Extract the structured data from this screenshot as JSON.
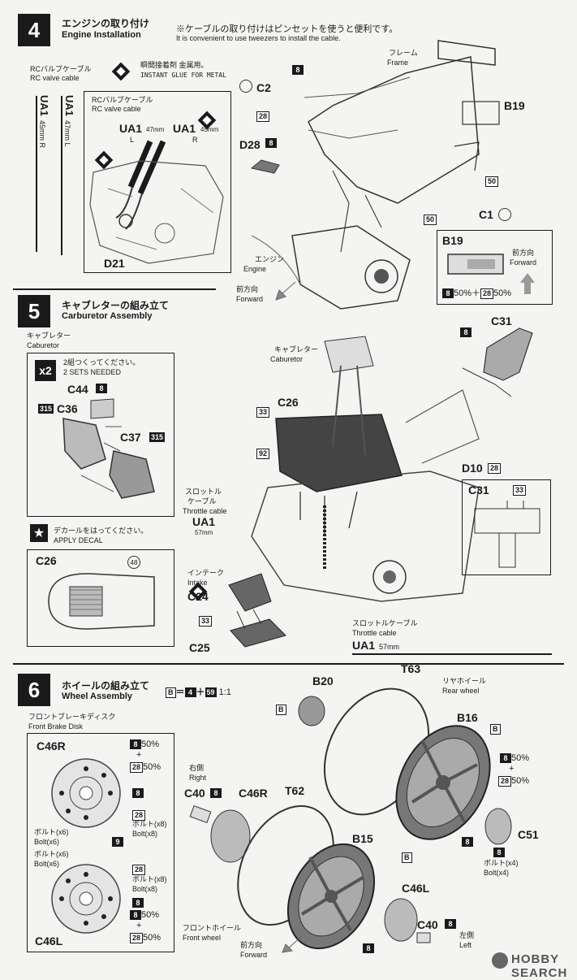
{
  "step4": {
    "number": "4",
    "title_jp": "エンジンの取り付け",
    "title_en": "Engine Installation",
    "note_jp": "※ケーブルの取り付けはピンセットを使うと便利です。",
    "note_en": "It is convenient to use tweezers to install the cable.",
    "rc_cable_jp": "RCバルブケーブル",
    "rc_cable_en": "RC valve cable",
    "glue_jp": "瞬間接着剤 金属用。",
    "glue_en": "INSTANT GLUE FOR METAL",
    "ua1_r": "UA1",
    "ua1_r_len": "45mm R",
    "ua1_l": "UA1",
    "ua1_l_len": "47mm L",
    "inset_cable_jp": "RCバルブケーブル",
    "inset_cable_en": "RC valve cable",
    "inset_ua1_l": "UA1",
    "inset_ua1_l_len": "47mm",
    "inset_ua1_l_side": "L",
    "inset_ua1_r": "UA1",
    "inset_ua1_r_len": "45mm",
    "inset_ua1_r_side": "R",
    "d21": "D21",
    "c2": "C2",
    "c2_tag_a": "8",
    "c2_tag_b": "28",
    "d28": "D28",
    "d28_tag": "8",
    "frame_jp": "フレーム",
    "frame_en": "Frame",
    "b19": "B19",
    "tag50a": "50",
    "tag50b": "50",
    "c1": "C1",
    "engine_jp": "エンジン",
    "engine_en": "Engine",
    "forward_jp": "前方向",
    "forward_en": "Forward",
    "b19_box_title": "B19",
    "b19_box_forward_jp": "前方向",
    "b19_box_forward_en": "Forward",
    "b19_ratio_a_tag": "8",
    "b19_ratio_a": "50%＋",
    "b19_ratio_b_tag": "28",
    "b19_ratio_b": "50%"
  },
  "step5": {
    "number": "5",
    "title_jp": "キャブレターの組み立て",
    "title_en": "Carburetor Assembly",
    "carb_jp": "キャブレター",
    "carb_en": "Caburetor",
    "x2": "x2",
    "x2_jp": "2組つくってください。",
    "x2_en": "2 SETS NEEDED",
    "c44": "C44",
    "c44_tag": "8",
    "c36": "C36",
    "c36_tag": "315",
    "c37": "C37",
    "c37_tag": "315",
    "decal_jp": "デカールをはってください。",
    "decal_en": "APPLY DECAL",
    "c26_box": "C26",
    "decal_num": "48",
    "carb2_jp": "キャブレター",
    "carb2_en": "Caburetor",
    "c26": "C26",
    "tag33": "33",
    "tag92": "92",
    "throttle_jp1": "スロットル",
    "throttle_jp2": "ケーブル",
    "throttle_en": "Throttle cable",
    "ua1": "UA1",
    "ua1_len": "57mm",
    "intake_jp": "インテーク",
    "intake_en": "Intake",
    "c24": "C24",
    "tag33b": "33",
    "c25": "C25",
    "c31": "C31",
    "c31_tag": "8",
    "d10": "D10",
    "d10_tag": "28",
    "c31_box": "C31",
    "c31_box_tag": "33",
    "throttle2_jp": "スロットルケーブル",
    "throttle2_en": "Throttle cable",
    "ua1b": "UA1",
    "ua1b_len": "57mm"
  },
  "step6": {
    "number": "6",
    "title_jp": "ホイールの組み立て",
    "title_en": "Wheel Assembly",
    "mix_b": "B",
    "mix_eq": "＝",
    "mix_4": "4",
    "mix_plus": "＋",
    "mix_59": "59",
    "mix_ratio": "1:1",
    "disk_jp": "フロントブレーキディスク",
    "disk_en": "Front Brake Disk",
    "c46r": "C46R",
    "c46r_a_tag": "8",
    "c46r_a": "50%",
    "plus": "+",
    "c46r_b_tag": "28",
    "c46r_b": "50%",
    "tag8": "8",
    "tag28": "28",
    "bolt_jp_8": "ボルト(x8)",
    "bolt_en_8": "Bolt(x8)",
    "bolt_jp_6a": "ボルト(x6)",
    "bolt_en_6a": "Bolt(x6)",
    "tag9": "9",
    "bolt_jp_6b": "ボルト(x6)",
    "bolt_en_6b": "Bolt(x6)",
    "tag28b": "28",
    "bolt_jp_8b": "ボルト(x8)",
    "bolt_en_8b": "Bolt(x8)",
    "tag8b": "8",
    "c46l_a_tag": "8",
    "c46l_a": "50%",
    "c46l_b_tag": "28",
    "c46l_b": "50%",
    "c46l": "C46L",
    "right_jp": "右側",
    "right_en": "Right",
    "c40": "C40",
    "c40_tag": "8",
    "c46r2": "C46R",
    "t62": "T62",
    "b15": "B15",
    "b20": "B20",
    "b_tag": "B",
    "t63": "T63",
    "rear_jp": "リヤホイール",
    "rear_en": "Rear wheel",
    "b16": "B16",
    "rear_a_tag": "8",
    "rear_a": "50%",
    "rear_plus": "+",
    "rear_b_tag": "28",
    "rear_b": "50%",
    "c51": "C51",
    "bolt4_jp": "ボルト(x4)",
    "bolt4_en": "Bolt(x4)",
    "c46l2": "C46L",
    "c40b": "C40",
    "left_jp": "左側",
    "left_en": "Left",
    "front_jp": "フロントホイール",
    "front_en": "Front wheel",
    "fwd_jp": "前方向",
    "fwd_en": "Forward"
  },
  "watermark": "HOBBY SEARCH"
}
